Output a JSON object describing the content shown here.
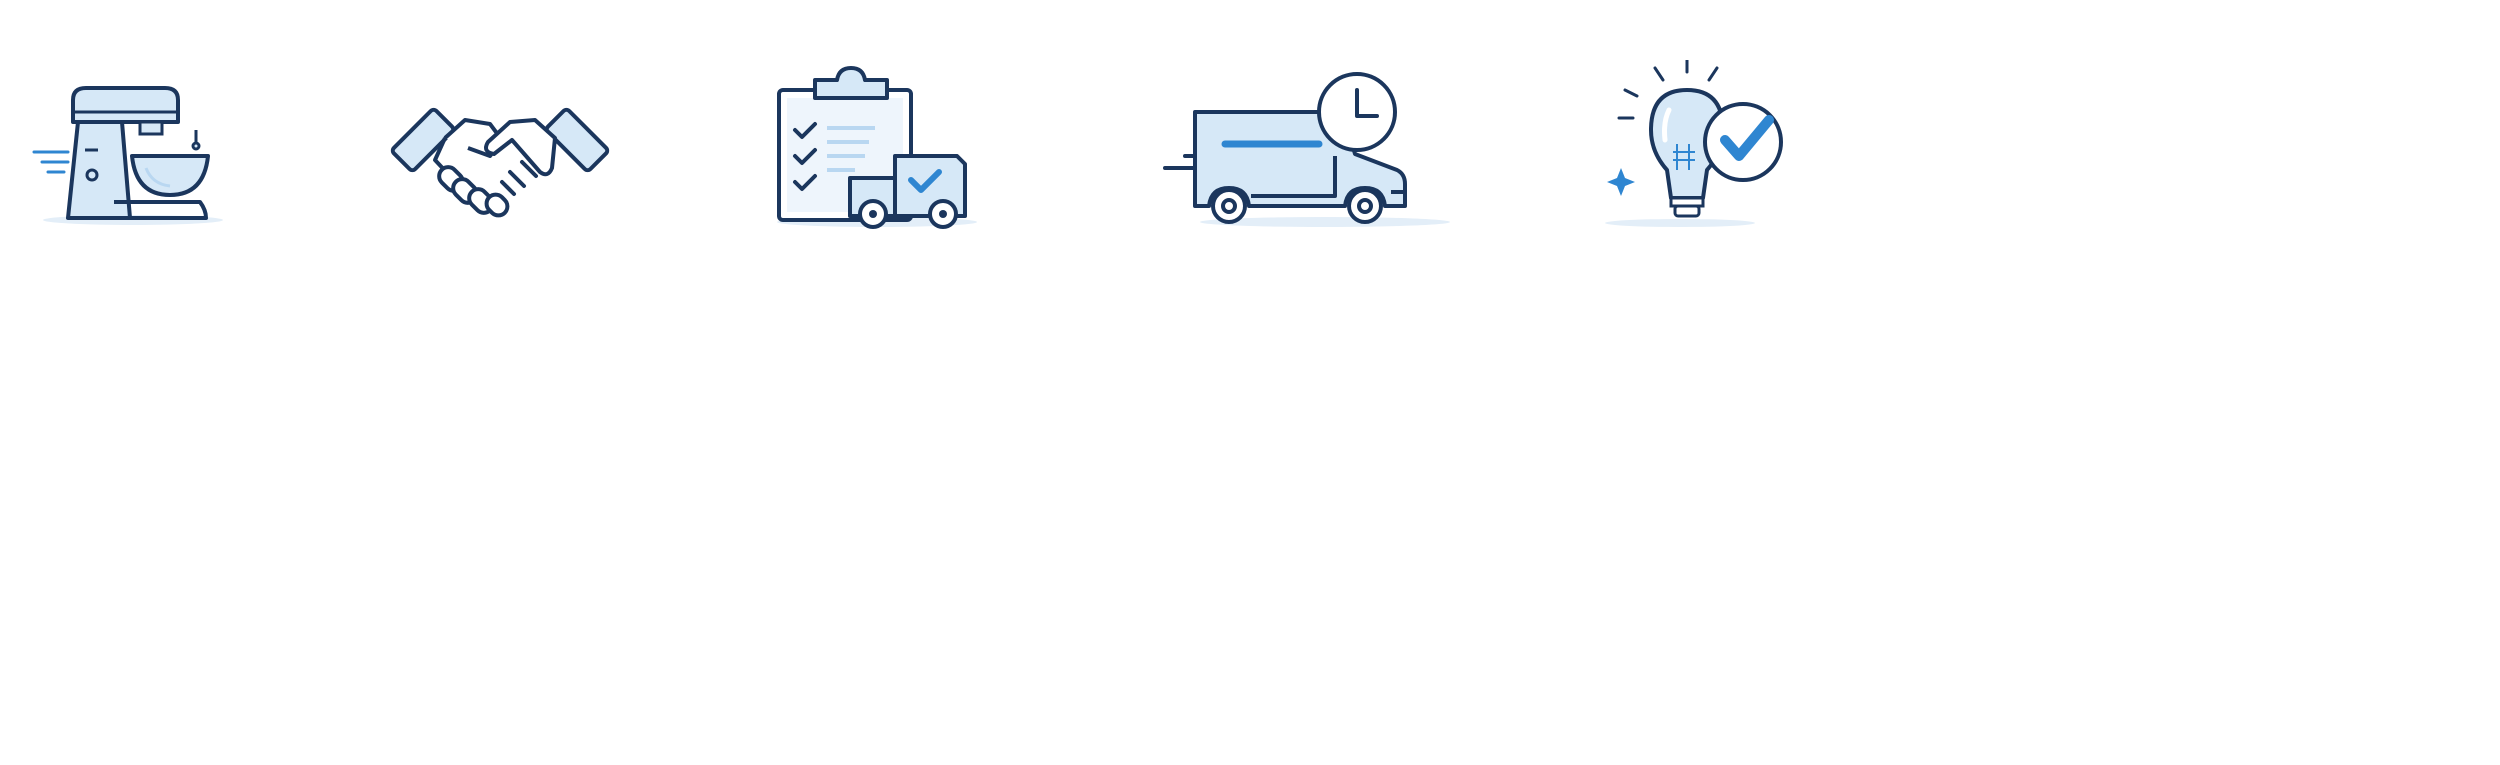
{
  "colors": {
    "background": "#ffffff",
    "outline": "#1b365d",
    "fill_light": "#d6e8f7",
    "fill_mid": "#b9d7f1",
    "accent": "#2f86d1",
    "shadow": "#e3eef8"
  },
  "icons": [
    {
      "id": "stand-mixer",
      "icon": "stand-mixer-icon"
    },
    {
      "id": "handshake",
      "icon": "handshake-icon"
    },
    {
      "id": "checklist-delivery",
      "icon": "checklist-delivery-truck-icon"
    },
    {
      "id": "timed-delivery",
      "icon": "delivery-van-clock-icon"
    },
    {
      "id": "idea-approved",
      "icon": "lightbulb-check-icon"
    }
  ]
}
